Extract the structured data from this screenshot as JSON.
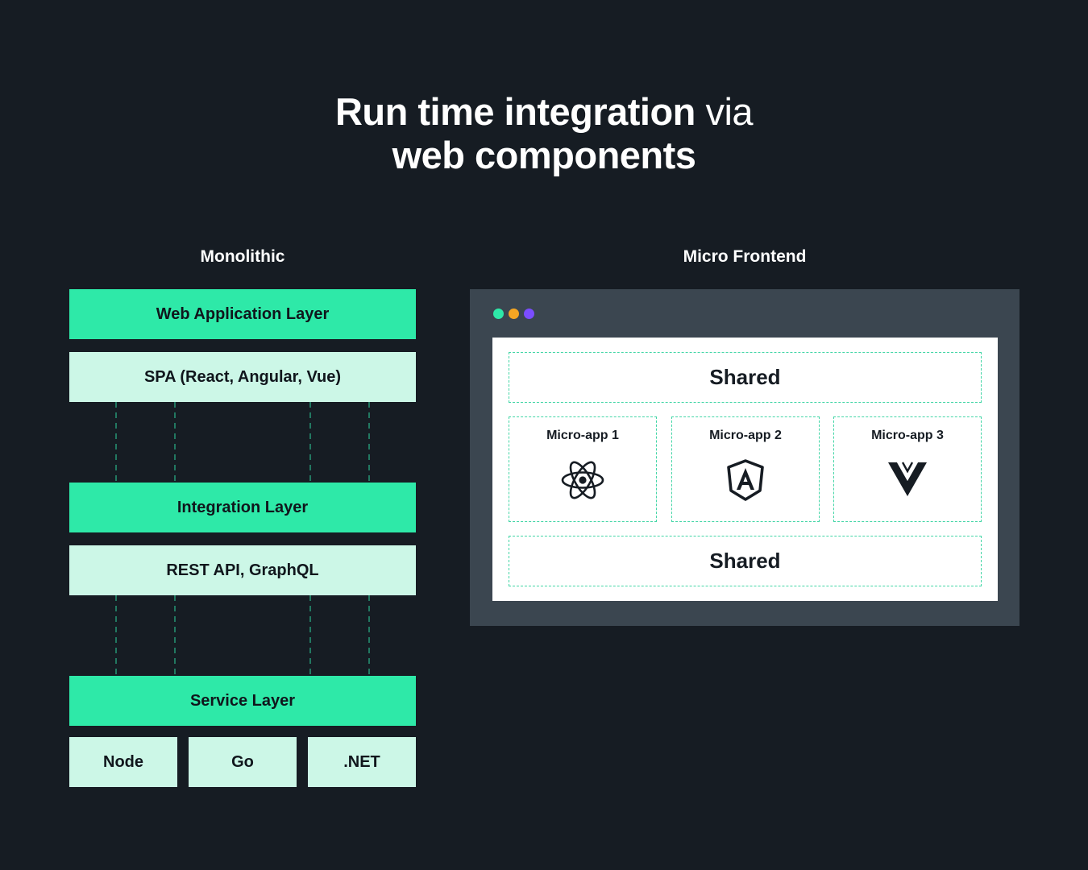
{
  "title": {
    "strong": "Run time integration",
    "light": "via",
    "line2": "web components"
  },
  "monolithic": {
    "heading": "Monolithic",
    "layers": {
      "web_app": "Web Application Layer",
      "spa": "SPA (React, Angular, Vue)",
      "integration": "Integration Layer",
      "api": "REST API, GraphQL",
      "service": "Service Layer"
    },
    "backends": [
      "Node",
      "Go",
      ".NET"
    ]
  },
  "micro_frontend": {
    "heading": "Micro Frontend",
    "shared_top": "Shared",
    "shared_bottom": "Shared",
    "apps": [
      {
        "label": "Micro-app 1",
        "icon": "react-icon"
      },
      {
        "label": "Micro-app 2",
        "icon": "angular-icon"
      },
      {
        "label": "Micro-app 3",
        "icon": "vue-icon"
      }
    ],
    "window_dots": [
      "#2ee9a8",
      "#f5a623",
      "#7b4dff"
    ]
  },
  "colors": {
    "background": "#161c23",
    "accent_green": "#2ee9a8",
    "pale_green": "#ccf7e7",
    "window_gray": "#3b4650",
    "dashed_line": "#43d6a6"
  }
}
